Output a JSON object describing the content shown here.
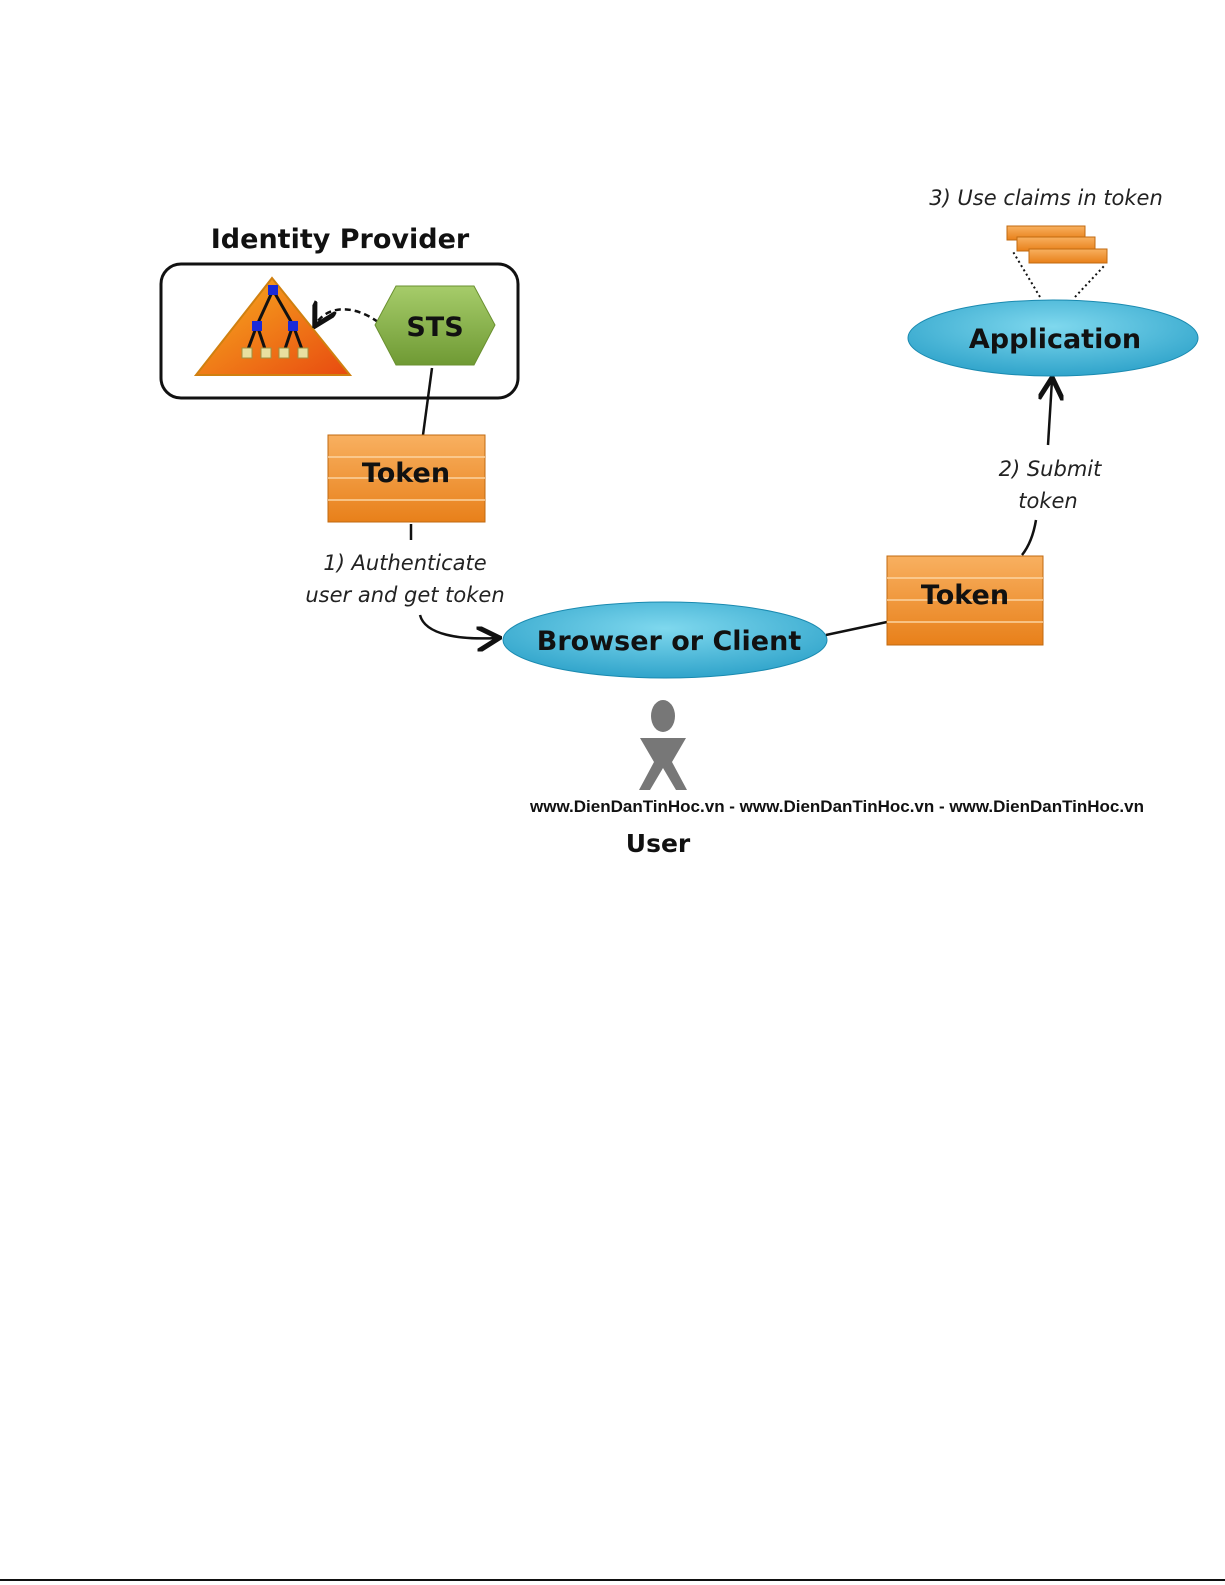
{
  "identity_provider": {
    "title": "Identity Provider",
    "sts_label": "STS"
  },
  "token_left": {
    "label": "Token"
  },
  "token_right": {
    "label": "Token"
  },
  "step1": {
    "line1": "1) Authenticate",
    "line2": "user and get token"
  },
  "step2": {
    "line1": "2) Submit",
    "line2": "token"
  },
  "step3": {
    "label": "3) Use claims in token"
  },
  "browser": {
    "label": "Browser or Client"
  },
  "application": {
    "label": "Application"
  },
  "user": {
    "label": "User"
  },
  "watermark": "www.DienDanTinHoc.vn - www.DienDanTinHoc.vn - www.DienDanTinHoc.vn",
  "colors": {
    "token": "#f0902a",
    "ellipse": "#3bb5d6",
    "sts": "#8ab64a",
    "triangle": "#f07a1a",
    "node": "#1a2ad8"
  }
}
